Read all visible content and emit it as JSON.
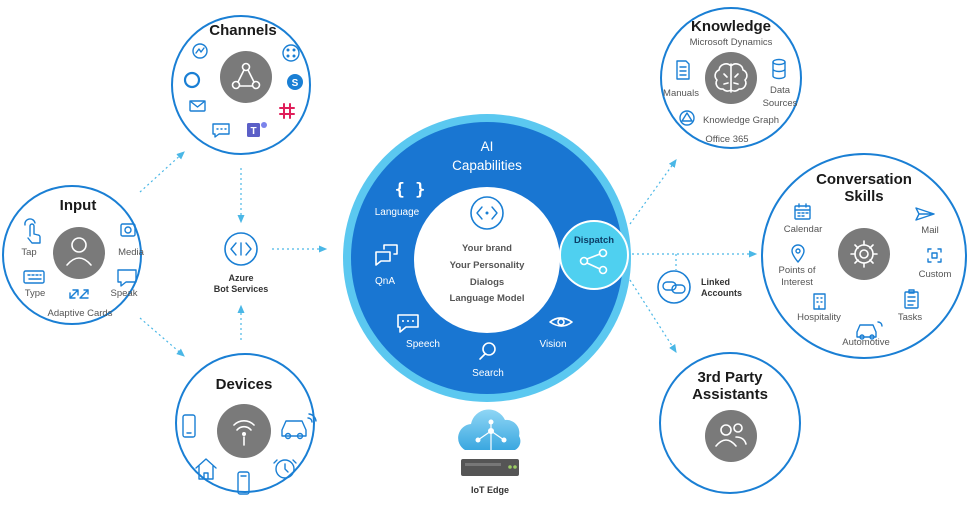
{
  "input": {
    "title": "Input",
    "tap": "Tap",
    "media": "Media",
    "type": "Type",
    "speak": "Speak",
    "adaptive_cards": "Adaptive Cards"
  },
  "channels": {
    "title": "Channels"
  },
  "devices": {
    "title": "Devices"
  },
  "azure": {
    "line1": "Azure",
    "line2": "Bot Services"
  },
  "ai": {
    "title_line1": "AI",
    "title_line2": "Capabilities",
    "language": "Language",
    "qna": "QnA",
    "speech": "Speech",
    "search": "Search",
    "vision": "Vision",
    "dispatch": "Dispatch",
    "center": [
      "Your brand",
      "Your Personality",
      "Dialogs",
      "Language Model"
    ]
  },
  "iot": {
    "label": "IoT Edge"
  },
  "knowledge": {
    "title": "Knowledge",
    "subtitle": "Microsoft Dynamics",
    "manuals": "Manuals",
    "data_sources_line1": "Data",
    "data_sources_line2": "Sources",
    "knowledge_graph": "Knowledge Graph",
    "office": "Office 365"
  },
  "linked": {
    "line1": "Linked",
    "line2": "Accounts"
  },
  "skills": {
    "title_line1": "Conversation",
    "title_line2": "Skills",
    "calendar": "Calendar",
    "mail": "Mail",
    "poi_line1": "Points of",
    "poi_line2": "Interest",
    "custom": "Custom",
    "hospitality": "Hospitality",
    "tasks": "Tasks",
    "automotive": "Automotive"
  },
  "third_party": {
    "title_line1": "3rd Party",
    "title_line2": "Assistants"
  },
  "colors": {
    "accent": "#1a7fd4",
    "ring": "#1976d2",
    "ring_outer": "#5bc8f0",
    "dispatch": "#4fd0f0",
    "connector": "#4ab7e6",
    "gray": "#7a7a7a"
  }
}
